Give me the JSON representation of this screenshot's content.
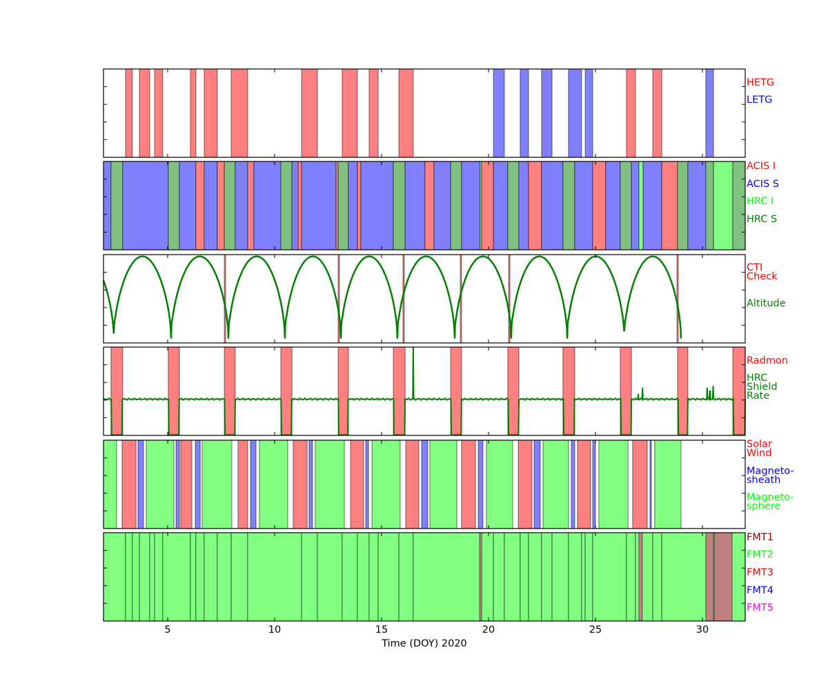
{
  "chart_data": {
    "type": "timeline",
    "xlabel": "Time (DOY) 2020",
    "xlim": [
      2,
      32
    ],
    "xticks": [
      5,
      10,
      15,
      20,
      25,
      30
    ],
    "colors": {
      "red": "#ff8080",
      "blue": "#8080ff",
      "hrcs": "#80c080",
      "lime": "#80ff80",
      "fmt1": "#bf8080",
      "line": "#008000"
    },
    "panels": [
      {
        "id": "gratings",
        "labels": [
          {
            "text": "HETG",
            "color": "#ff0000"
          },
          {
            "text": "LETG",
            "color": "#0000ff"
          }
        ],
        "intervals": {
          "HETG": [
            [
              3.03,
              3.35
            ],
            [
              3.68,
              4.16
            ],
            [
              4.39,
              4.77
            ],
            [
              6.06,
              6.32
            ],
            [
              6.71,
              7.32
            ],
            [
              7.97,
              8.74
            ],
            [
              11.26,
              12.0
            ],
            [
              13.16,
              13.87
            ],
            [
              14.42,
              14.84
            ],
            [
              15.81,
              16.48
            ],
            [
              26.45,
              26.87
            ],
            [
              27.68,
              28.1
            ]
          ],
          "LETG": [
            [
              20.23,
              20.74
            ],
            [
              21.48,
              21.87
            ],
            [
              22.48,
              22.97
            ],
            [
              23.74,
              24.35
            ],
            [
              24.52,
              24.87
            ],
            [
              30.16,
              30.52
            ]
          ]
        }
      },
      {
        "id": "instruments",
        "labels": [
          {
            "text": "ACIS I",
            "color": "#ff0000"
          },
          {
            "text": "ACIS S",
            "color": "#0000ff"
          },
          {
            "text": "HRC I",
            "color": "#00ff00"
          },
          {
            "text": "HRC S",
            "color": "#008000"
          }
        ],
        "segments": [
          [
            2.0,
            2.35,
            "ACIS S"
          ],
          [
            2.35,
            2.9,
            "HRC S"
          ],
          [
            2.9,
            5.03,
            "ACIS S"
          ],
          [
            5.03,
            5.55,
            "HRC S"
          ],
          [
            5.55,
            6.32,
            "ACIS S"
          ],
          [
            6.32,
            6.71,
            "ACIS I"
          ],
          [
            6.71,
            7.32,
            "ACIS S"
          ],
          [
            7.32,
            7.65,
            "ACIS I"
          ],
          [
            7.65,
            8.16,
            "HRC S"
          ],
          [
            8.16,
            8.74,
            "ACIS S"
          ],
          [
            8.74,
            9.03,
            "ACIS I"
          ],
          [
            9.03,
            10.29,
            "ACIS S"
          ],
          [
            10.29,
            10.81,
            "HRC S"
          ],
          [
            10.81,
            11.1,
            "ACIS S"
          ],
          [
            11.1,
            11.26,
            "ACIS I"
          ],
          [
            11.26,
            12.87,
            "ACIS S"
          ],
          [
            12.87,
            12.97,
            "ACIS I"
          ],
          [
            12.97,
            13.45,
            "HRC S"
          ],
          [
            13.45,
            13.87,
            "ACIS S"
          ],
          [
            13.87,
            14.03,
            "ACIS I"
          ],
          [
            14.03,
            15.55,
            "ACIS S"
          ],
          [
            15.55,
            16.1,
            "HRC S"
          ],
          [
            16.1,
            17.03,
            "ACIS S"
          ],
          [
            17.03,
            17.45,
            "ACIS I"
          ],
          [
            17.45,
            18.23,
            "ACIS S"
          ],
          [
            18.23,
            18.74,
            "HRC S"
          ],
          [
            18.74,
            19.61,
            "ACIS S"
          ],
          [
            19.61,
            19.68,
            "HRC I"
          ],
          [
            19.68,
            20.23,
            "ACIS I"
          ],
          [
            20.23,
            20.9,
            "ACIS S"
          ],
          [
            20.9,
            21.42,
            "HRC S"
          ],
          [
            21.42,
            21.87,
            "ACIS S"
          ],
          [
            21.87,
            22.48,
            "ACIS I"
          ],
          [
            22.48,
            23.48,
            "ACIS S"
          ],
          [
            23.48,
            24.03,
            "HRC S"
          ],
          [
            24.03,
            24.87,
            "ACIS S"
          ],
          [
            24.87,
            25.48,
            "ACIS I"
          ],
          [
            25.48,
            26.16,
            "ACIS S"
          ],
          [
            26.16,
            26.68,
            "HRC S"
          ],
          [
            26.68,
            27.03,
            "ACIS S"
          ],
          [
            27.03,
            27.23,
            "HRC I"
          ],
          [
            27.23,
            28.1,
            "ACIS S"
          ],
          [
            28.1,
            28.84,
            "ACIS I"
          ],
          [
            28.84,
            29.32,
            "HRC S"
          ],
          [
            29.32,
            30.16,
            "ACIS S"
          ],
          [
            30.16,
            30.52,
            "HRC S"
          ],
          [
            30.52,
            31.42,
            "HRC I"
          ],
          [
            31.42,
            32.0,
            "HRC S"
          ]
        ]
      },
      {
        "id": "orbit",
        "labels": [
          {
            "text": "CTI",
            "color": "#ff0000"
          },
          {
            "text": "Check",
            "color": "#ff0000"
          },
          {
            "text": "Altitude",
            "color": "#008000"
          }
        ],
        "cti_checks": [
          7.68,
          13.0,
          16.03,
          18.71,
          20.97,
          28.84
        ],
        "altitude": {
          "perigees": [
            2.48,
            5.16,
            7.84,
            10.48,
            13.1,
            15.74,
            18.42,
            21.06,
            23.68,
            26.35,
            29.0
          ],
          "min": 0.05,
          "max": 0.98,
          "end": 29.0
        }
      },
      {
        "id": "radiation",
        "labels": [
          {
            "text": "Radmon",
            "color": "#ff0000"
          },
          {
            "text": "HRC",
            "color": "#008000"
          },
          {
            "text": "Shield",
            "color": "#008000"
          },
          {
            "text": "Rate",
            "color": "#008000"
          }
        ],
        "radmon": [
          [
            2.35,
            2.9
          ],
          [
            5.03,
            5.55
          ],
          [
            7.65,
            8.16
          ],
          [
            10.29,
            10.81
          ],
          [
            12.97,
            13.45
          ],
          [
            15.55,
            16.1
          ],
          [
            18.23,
            18.74
          ],
          [
            20.9,
            21.42
          ],
          [
            23.48,
            24.03
          ],
          [
            26.16,
            26.68
          ],
          [
            28.84,
            29.32
          ],
          [
            31.42,
            32.0
          ]
        ],
        "shield_rate": {
          "baseline": 0.41,
          "spikes": [
            [
              16.48,
              1.0
            ],
            [
              27.0,
              0.47
            ],
            [
              27.2,
              0.54
            ],
            [
              30.22,
              0.54
            ],
            [
              30.35,
              0.5
            ],
            [
              30.5,
              0.56
            ]
          ]
        }
      },
      {
        "id": "environment",
        "labels": [
          {
            "text": "Solar",
            "color": "#ff0000"
          },
          {
            "text": "Wind",
            "color": "#ff0000"
          },
          {
            "text": "Magneto-",
            "color": "#0000ff"
          },
          {
            "text": "sheath",
            "color": "#0000ff"
          },
          {
            "text": "Magneto-",
            "color": "#00ff00"
          },
          {
            "text": "sphere",
            "color": "#00ff00"
          }
        ],
        "segments": [
          [
            2.0,
            2.61,
            "sphere"
          ],
          [
            2.87,
            3.52,
            "wind"
          ],
          [
            3.61,
            3.87,
            "sheath"
          ],
          [
            4.0,
            5.29,
            "sphere"
          ],
          [
            5.39,
            5.55,
            "sheath"
          ],
          [
            5.61,
            6.13,
            "wind"
          ],
          [
            6.29,
            6.52,
            "sheath"
          ],
          [
            6.61,
            8.0,
            "sphere"
          ],
          [
            8.29,
            8.74,
            "wind"
          ],
          [
            8.87,
            9.13,
            "sheath"
          ],
          [
            9.29,
            10.61,
            "sphere"
          ],
          [
            10.87,
            11.52,
            "wind"
          ],
          [
            11.61,
            11.77,
            "sheath"
          ],
          [
            11.9,
            13.26,
            "sphere"
          ],
          [
            13.55,
            14.16,
            "wind"
          ],
          [
            14.26,
            14.39,
            "sheath"
          ],
          [
            14.55,
            15.87,
            "sphere"
          ],
          [
            16.13,
            16.74,
            "wind"
          ],
          [
            16.87,
            17.16,
            "sheath"
          ],
          [
            17.26,
            18.52,
            "sphere"
          ],
          [
            18.74,
            19.39,
            "wind"
          ],
          [
            19.52,
            19.74,
            "sheath"
          ],
          [
            19.9,
            21.13,
            "sphere"
          ],
          [
            21.39,
            22.03,
            "wind"
          ],
          [
            22.13,
            22.42,
            "sheath"
          ],
          [
            22.55,
            23.74,
            "sphere"
          ],
          [
            23.87,
            24.03,
            "sheath"
          ],
          [
            24.16,
            24.77,
            "wind"
          ],
          [
            24.87,
            25.0,
            "sheath"
          ],
          [
            25.16,
            26.52,
            "sphere"
          ],
          [
            26.74,
            27.42,
            "wind"
          ],
          [
            27.55,
            27.61,
            "sheath"
          ],
          [
            27.77,
            29.0,
            "sphere"
          ]
        ]
      },
      {
        "id": "formats",
        "labels": [
          {
            "text": "FMT1",
            "color": "#800000"
          },
          {
            "text": "FMT2",
            "color": "#00ff00"
          },
          {
            "text": "FMT3",
            "color": "#ff0000"
          },
          {
            "text": "FMT4",
            "color": "#0000ff"
          },
          {
            "text": "FMT5",
            "color": "#ff00ff"
          }
        ],
        "fmt2_boundaries": [
          3.03,
          3.35,
          3.68,
          4.16,
          4.39,
          4.77,
          6.06,
          6.32,
          6.71,
          7.32,
          7.97,
          8.74,
          11.26,
          12.0,
          13.16,
          13.87,
          14.42,
          14.84,
          15.81,
          16.48,
          20.23,
          20.74,
          21.48,
          21.87,
          22.48,
          22.97,
          23.74,
          24.35,
          24.52,
          24.87,
          26.45,
          26.87,
          27.68,
          28.1
        ],
        "fmt1": [
          [
            19.58,
            19.68
          ],
          [
            27.03,
            27.19
          ],
          [
            30.16,
            30.52
          ],
          [
            30.55,
            31.39
          ]
        ]
      }
    ]
  }
}
